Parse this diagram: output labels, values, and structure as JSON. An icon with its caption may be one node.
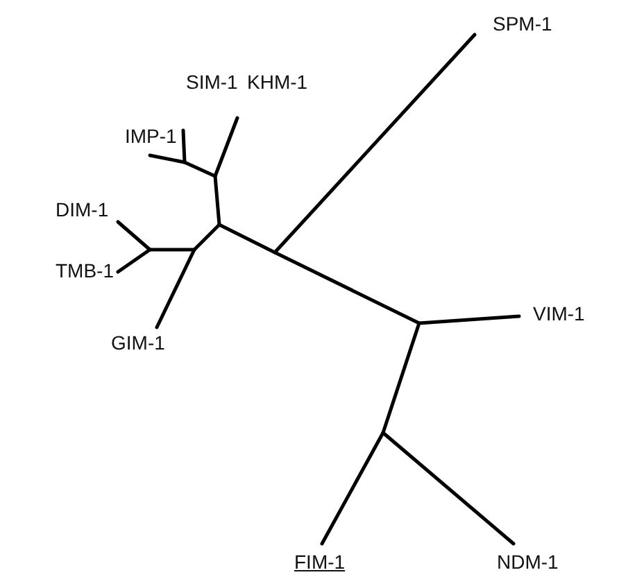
{
  "diagram": {
    "labels": [
      "SPM-1",
      "SIM-1",
      "KHM-1",
      "IMP-1",
      "DIM-1",
      "TMB-1",
      "GIM-1",
      "VIM-1",
      "FIM-1",
      "NDM-1"
    ]
  }
}
